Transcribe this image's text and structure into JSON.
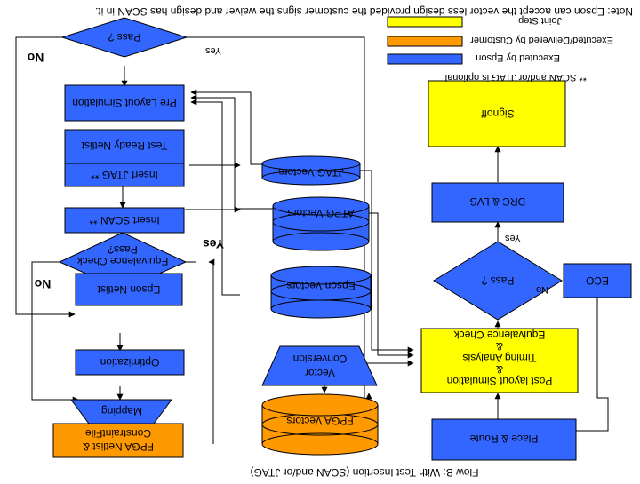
{
  "note": "Note: Epson can accept the vector less design provided the customer signs the waiver and design has SCAN in it.",
  "caption": "Flow B: With Test Insertion (SCAN and/or JTAG)",
  "legend": [
    {
      "label": "Joint Step",
      "color": "#ffff00"
    },
    {
      "label": "Executed/Delivered by Customer",
      "color": "#ff9900"
    },
    {
      "label": "Executed by Epson",
      "color": "#3366ff"
    }
  ],
  "footnote": "**    SCAN and/or JTAG is optional",
  "nodes": {
    "pass_top": "Pass ?",
    "pre_layout_sim": "Pre Layout Simulation",
    "test_ready_netlist": "Test Ready Netlist",
    "insert_jtag": "Insert JTAG  **",
    "insert_scan": "Insert SCAN **",
    "equiv_check_left_1": "Equivalence Check",
    "equiv_check_left_2": "Pass?",
    "epson_netlist": "Epson Netlist",
    "optimization": "Optimization",
    "mapping": "Mapping",
    "fpga_netlist_1": "FPGA Netlist  &",
    "fpga_netlist_2": "ConstraintFile",
    "jtag_vectors": "JTAG Vectors",
    "atpg_vectors": "ATPG Vectors",
    "epson_vectors": "Epson Vectors",
    "vector_conversion_1": "Vector",
    "vector_conversion_2": "Conversion",
    "fpga_vectors": "FPGA Vectors",
    "signoff": "Signoff",
    "drc_lvs": "DRC & LVS",
    "pass_right": "Pass ?",
    "eco": "ECO",
    "post_1": "Post layout Simulation",
    "post_2": "&",
    "post_3": "Timing Analysis",
    "post_4": "&",
    "post_5": "Equivalence Check",
    "place_route": "Place & Route"
  },
  "branch_labels": {
    "no_top": "No",
    "yes_top": "Yes",
    "yes_left": "Yes",
    "no_left": "No",
    "yes_right": "Yes",
    "no_right": "No"
  }
}
